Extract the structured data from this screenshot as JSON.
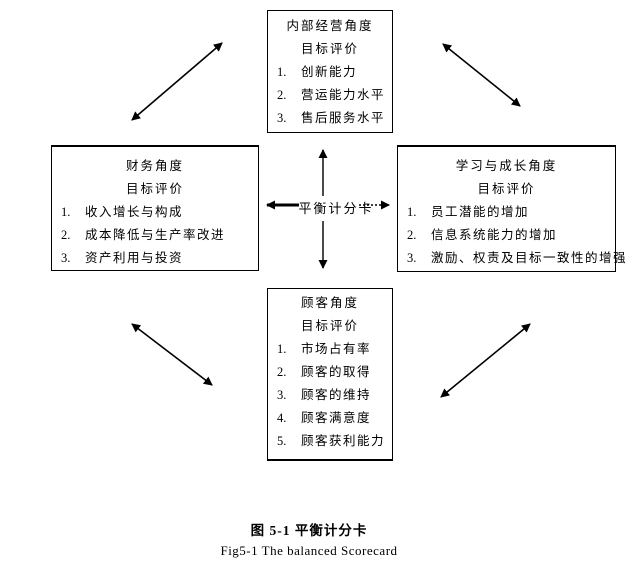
{
  "diagram": {
    "center_label": "平衡计分卡",
    "boxes": {
      "top": {
        "title": "内部经营角度",
        "subtitle": "目标评价",
        "items": [
          "创新能力",
          "营运能力水平",
          "售后服务水平"
        ]
      },
      "left": {
        "title": "财务角度",
        "subtitle": "目标评价",
        "items": [
          "收入增长与构成",
          "成本降低与生产率改进",
          "资产利用与投资"
        ]
      },
      "right": {
        "title": "学习与成长角度",
        "subtitle": "目标评价",
        "items": [
          "员工潜能的增加",
          "信息系统能力的增加",
          "激励、权责及目标一致性的增强"
        ]
      },
      "bottom": {
        "title": "顾客角度",
        "subtitle": "目标评价",
        "items": [
          "市场占有率",
          "顾客的取得",
          "顾客的维持",
          "顾客满意度",
          "顾客获利能力"
        ]
      }
    },
    "caption_zh": "图 5-1 平衡计分卡",
    "caption_en": "Fig5-1 The balanced Scorecard",
    "colors": {
      "ink": "#000000",
      "background": "#ffffff",
      "arrow_gray": "#4a4a4a"
    }
  }
}
